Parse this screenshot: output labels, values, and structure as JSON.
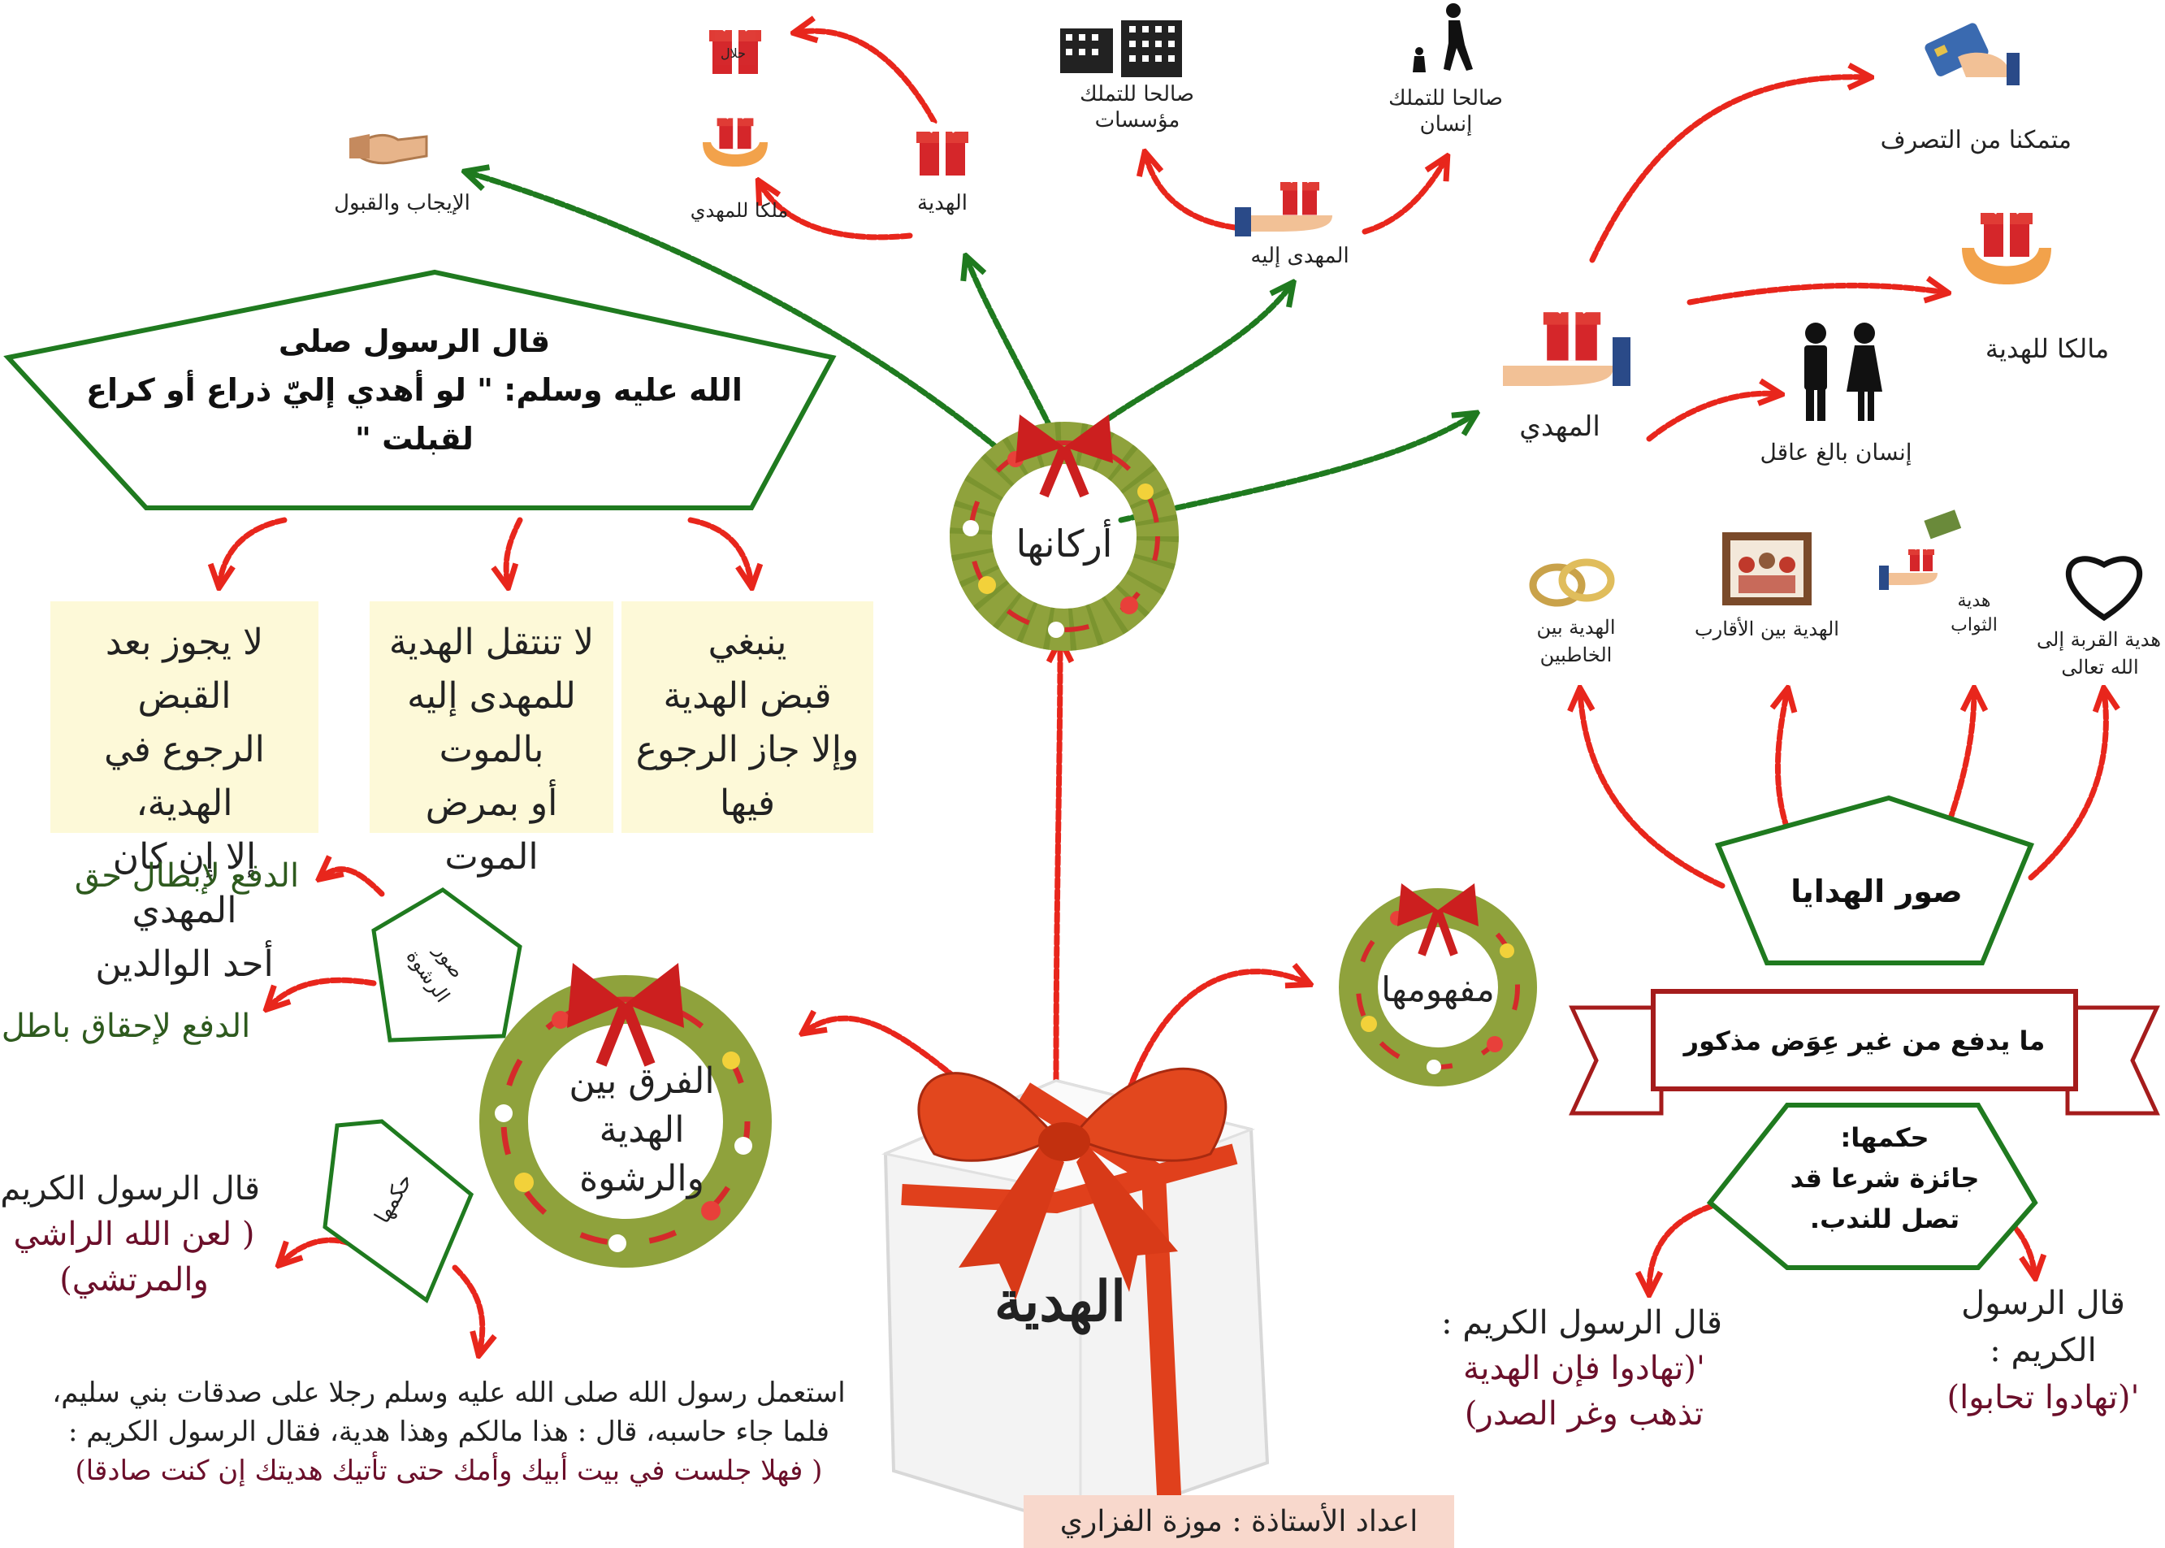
{
  "center": {
    "title": "الهدية"
  },
  "credit": "اعداد الأستاذة : موزة الفزاري",
  "wreaths": {
    "pillars": "أركانها",
    "concept": "مفهومها",
    "difference": [
      "الفرق بين",
      "الهدية",
      "والرشوة"
    ]
  },
  "pillars": {
    "offer": "الإيجاب   والقبول",
    "gift": "الهدية",
    "owned": "ملكا للمهدي",
    "halal": "حلال",
    "recipient": "المهدى إليه",
    "institutions": [
      "صالحا للتملك",
      "مؤسسات"
    ],
    "human": [
      "صالحا للتملك",
      "إنسان"
    ],
    "giver": "المهدي",
    "capable": "متمكنا من التصرف",
    "owner": "مالكا للهدية",
    "adult": "إنسان بالغ عاقل"
  },
  "hadith_box": [
    "قال الرسول صلى",
    "الله عليه وسلم: \" لو أهدي إليّ ذراع أو كراع",
    "لقبلت \""
  ],
  "rules": [
    [
      "ينبغي",
      "قبض الهدية",
      "وإلا جاز الرجوع",
      "فيها"
    ],
    [
      "لا تنتقل الهدية",
      "للمهدى إليه",
      "بالموت",
      "أو بمرض الموت"
    ],
    [
      "لا يجوز بعد القبض",
      "الرجوع في الهدية،",
      "إلا إن كان المهدي",
      "أحد الوالدين"
    ]
  ],
  "types": {
    "title": "صور الهدايا",
    "items": [
      [
        "هدية القربة إلى",
        "الله تعالى"
      ],
      [
        "هدية",
        "الثواب"
      ],
      [
        "الهدية بين الأقارب"
      ],
      [
        "الهدية بين",
        "الخاطبين"
      ]
    ]
  },
  "concept": {
    "definition": "ما يدفع من غير عِوَض مذكور",
    "ruling": [
      "حكمها:",
      "جائزة شرعا قد",
      "تصل للندب."
    ],
    "hadith_left": {
      "intro": "قال الرسول الكريم :",
      "quote": [
        "'(تهادوا فإن الهدية",
        "تذهب وغر الصدر)"
      ]
    },
    "hadith_right": {
      "intro": [
        "قال الرسول",
        "الكريم :"
      ],
      "quote": "'(تهادوا تحابوا)"
    }
  },
  "bribery": {
    "forms_label": [
      "صور",
      "الرشوة"
    ],
    "form1": "الدفع لإبطال حق",
    "form2": "الدفع لإحقاق باطل",
    "ruling_label": "حكمها",
    "hadith": {
      "intro": "قال الرسول الكريم :",
      "quote": [
        "( لعن الله الراشي",
        "والمرتشي)"
      ]
    },
    "story": [
      "استعمل رسول الله صلى الله عليه وسلم رجلا على صدقات بني سليم،",
      "فلما جاء حاسبه، قال : هذا مالكم وهذا هدية، فقال الرسول الكريم :",
      "( فهلا جلست في بيت أبيك وأمك حتى تأتيك هديتك إن كنت صادقا)"
    ]
  },
  "colors": {
    "arrow_red": "#e8261c",
    "arrow_green": "#1f7a1f",
    "wreath": "#8fa23c",
    "ribbon": "#cc1f1f",
    "note_bg": "#fdf9d8",
    "dark_red_text": "#6b0f2a",
    "dark_green_text": "#2e5a1e"
  }
}
